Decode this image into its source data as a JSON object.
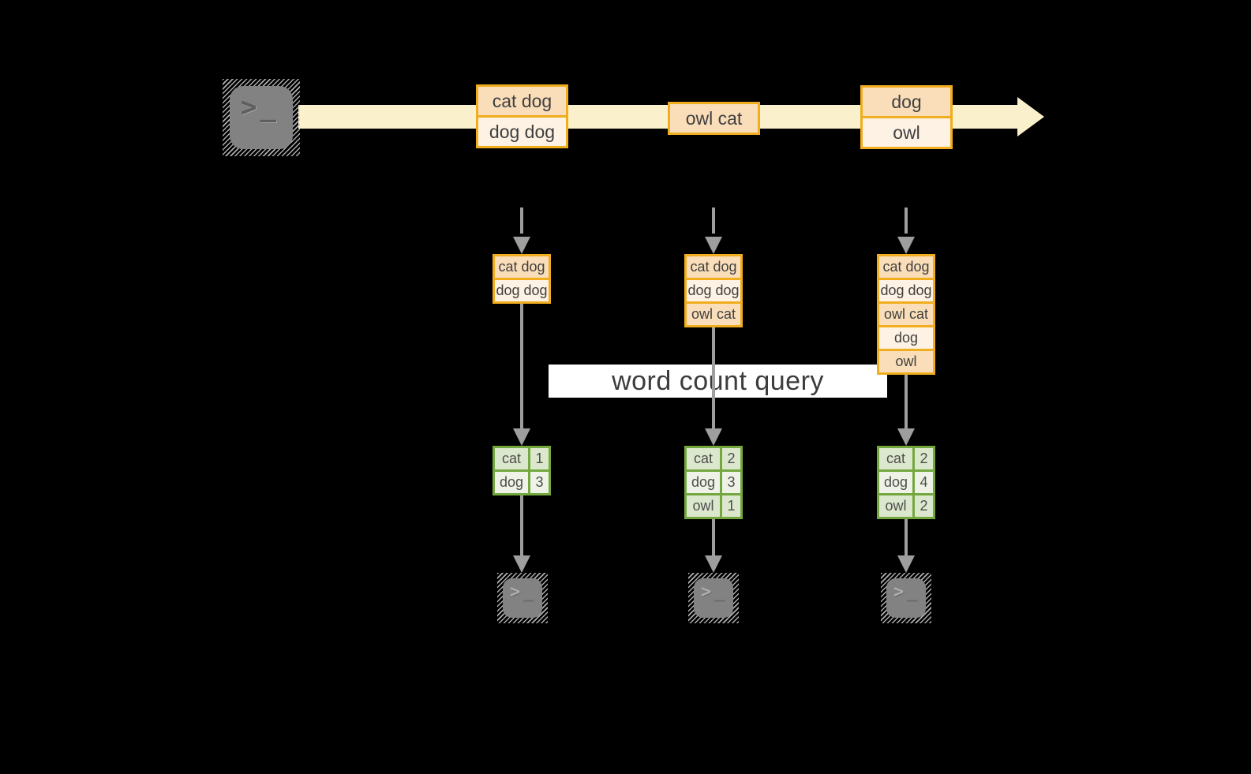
{
  "label": {
    "text": "word count query"
  },
  "terminal": {
    "prompt": ">",
    "cursor": "_"
  },
  "icons": {
    "source": "terminal-icon",
    "sinks": "terminal-icon",
    "stream_arrow": "right-arrow",
    "flow_arrows": "down-arrow"
  },
  "stream": {
    "batches": [
      {
        "lines": [
          "cat dog",
          "dog dog"
        ]
      },
      {
        "lines": [
          "owl cat"
        ]
      },
      {
        "lines": [
          "dog",
          "owl"
        ]
      }
    ]
  },
  "columns": [
    {
      "state": [
        "cat dog",
        "dog dog"
      ],
      "counts": [
        {
          "word": "cat",
          "count": "1"
        },
        {
          "word": "dog",
          "count": "3"
        }
      ]
    },
    {
      "state": [
        "cat dog",
        "dog dog",
        "owl cat"
      ],
      "counts": [
        {
          "word": "cat",
          "count": "2"
        },
        {
          "word": "dog",
          "count": "3"
        },
        {
          "word": "owl",
          "count": "1"
        }
      ]
    },
    {
      "state": [
        "cat dog",
        "dog dog",
        "owl cat",
        "dog",
        "owl"
      ],
      "counts": [
        {
          "word": "cat",
          "count": "2"
        },
        {
          "word": "dog",
          "count": "4"
        },
        {
          "word": "owl",
          "count": "2"
        }
      ]
    }
  ],
  "colors": {
    "background": "#000000",
    "gold": "#f0ad1d",
    "peach": "#fadeba",
    "cream": "#fdf2e3",
    "band": "#fbf0cc",
    "green": "#74a83f",
    "green-light": "#dce8cd",
    "green-lighter": "#eff3e7",
    "arrow": "#9e9e9e",
    "ink": "#3f3f3f",
    "label-bg": "#ffffff",
    "terminal": "#828282"
  }
}
